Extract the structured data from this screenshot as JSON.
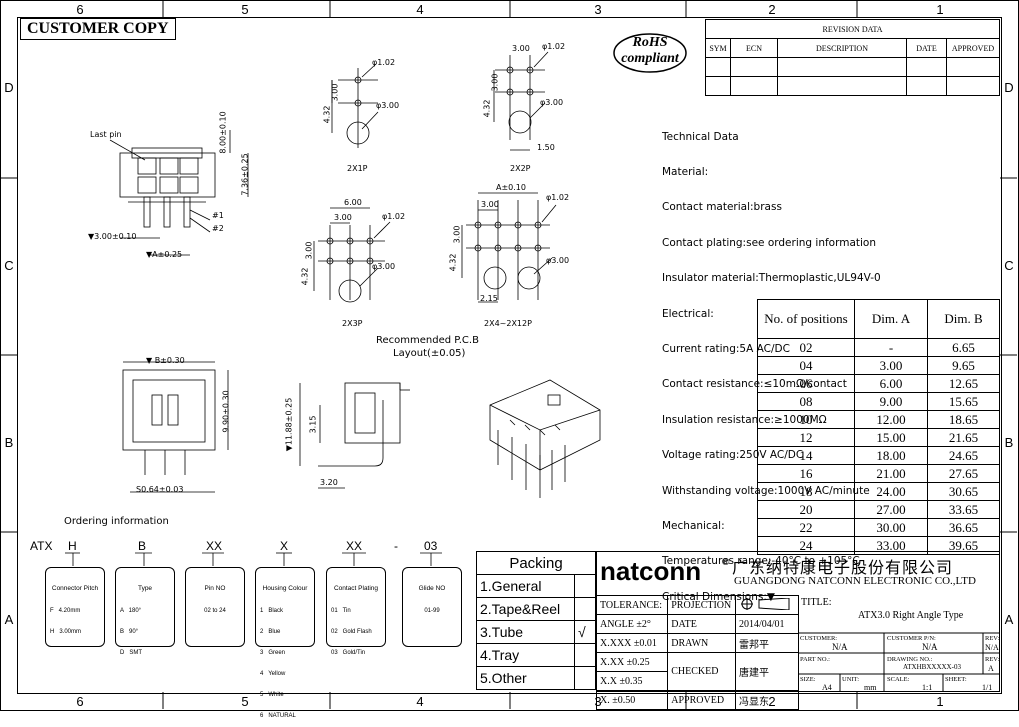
{
  "zones": {
    "top": [
      "6",
      "5",
      "4",
      "3",
      "2",
      "1"
    ],
    "bottom": [
      "6",
      "5",
      "4",
      "3",
      "2",
      "1"
    ],
    "left": [
      "D",
      "C",
      "B",
      "A"
    ],
    "right": [
      "D",
      "C",
      "B",
      "A"
    ]
  },
  "customer_copy": "CUSTOMER COPY",
  "rohs": {
    "line1": "RoHS",
    "line2": "compliant"
  },
  "revision": {
    "title": "REVISION DATA",
    "headers": [
      "SYM",
      "ECN",
      "DESCRIPTION",
      "DATE",
      "APPROVED"
    ]
  },
  "tech_data": [
    "Technical Data",
    "Material:",
    "Contact material:brass",
    "Contact plating:see ordering information",
    "Insulator material:Thermoplastic,UL94V-0",
    "Electrical:",
    "Current rating:5A AC/DC",
    "Contact resistance:≤10mΩ/contact",
    "Insulation resistance:≥1000MΩ",
    "Voltage rating:250V AC/DC",
    "Withstanding voltage:1000V AC/minute",
    "Mechanical:",
    "Temperatures range:-40°C to +105°C",
    "Critical Dimensions:▼"
  ],
  "dim_table": {
    "headers": [
      "No. of positions",
      "Dim. A",
      "Dim. B"
    ],
    "rows": [
      [
        "02",
        "-",
        "6.65"
      ],
      [
        "04",
        "3.00",
        "9.65"
      ],
      [
        "06",
        "6.00",
        "12.65"
      ],
      [
        "08",
        "9.00",
        "15.65"
      ],
      [
        "10",
        "12.00",
        "18.65"
      ],
      [
        "12",
        "15.00",
        "21.65"
      ],
      [
        "14",
        "18.00",
        "24.65"
      ],
      [
        "16",
        "21.00",
        "27.65"
      ],
      [
        "18",
        "24.00",
        "30.65"
      ],
      [
        "20",
        "27.00",
        "33.65"
      ],
      [
        "22",
        "30.00",
        "36.65"
      ],
      [
        "24",
        "33.00",
        "39.65"
      ]
    ]
  },
  "pcb_labels": [
    "2X1P",
    "2X2P",
    "2X3P",
    "2X4~2X12P"
  ],
  "pcb_title": [
    "Recommended  P.C.B",
    "Layout(±0.05)"
  ],
  "dims": {
    "d1": "φ1.02",
    "d3": "φ3.00",
    "p300": "3.00",
    "p432": "4.32",
    "p150": "1.50",
    "p600": "6.00",
    "pA": "A±0.10",
    "p215": "2.15",
    "last_pin": "Last pin",
    "pin1": "#1",
    "pin2": "#2",
    "v800": "8.00±0.10",
    "v736": "7.36±0.25",
    "h300": "▼3.00±0.10",
    "hA": "▼A±0.25",
    "hB": "▼ B±0.30",
    "v990": "9.90±0.30",
    "s064": "S0.64±0.03",
    "v1188": "▼11.88±0.25",
    "v315": "3.15",
    "h320": "3.20"
  },
  "ordering": {
    "title": "Ordering  information",
    "code": [
      "ATX",
      "H",
      "B",
      "XX",
      "X",
      "XX",
      "-",
      "03"
    ],
    "boxes": [
      {
        "title": "Connector Pitch",
        "lines": [
          "F   4.20mm",
          "H   3.00mm"
        ]
      },
      {
        "title": "Type",
        "lines": [
          "A   180°",
          "B   90°",
          "D   SMT"
        ]
      },
      {
        "title": "Pin NO",
        "lines": [
          "02 to 24"
        ]
      },
      {
        "title": "Housing Colour",
        "lines": [
          "1   Black",
          "2   Blue",
          "3   Green",
          "4   Yellow",
          "5   White",
          "6   NATURAL"
        ]
      },
      {
        "title": "Contact Plating",
        "lines": [
          "01   Tin",
          "02   Gold Flash",
          "03   Gold/Tin"
        ]
      },
      {
        "title": "Glide NO",
        "lines": [
          "01-99"
        ]
      }
    ]
  },
  "packing": {
    "title": "Packing",
    "items": [
      "1.General",
      "2.Tape&Reel",
      "3.Tube",
      "4.Tray",
      "5.Other"
    ],
    "check": "√"
  },
  "title_block": {
    "brand": "natconn",
    "reg": "®",
    "company_cn": "广东纳特康电子股份有限公司",
    "company_en": "GUANGDONG NATCONN ELECTRONIC CO.,LTD",
    "tolerance": "TOLERANCE:",
    "projection": "PROJECTION",
    "angle": "ANGLE ±2°",
    "tol": [
      [
        "X.XXX",
        "±0.01"
      ],
      [
        "X.XX",
        "±0.25"
      ],
      [
        "X.X",
        "±0.35"
      ],
      [
        "X.",
        "±0.50"
      ]
    ],
    "date_label": "DATE",
    "date": "2014/04/01",
    "drawn_label": "DRAWN",
    "drawn": "雷邦平",
    "checked_label": "CHECKED",
    "checked": "唐建平",
    "approved_label": "APPROVED",
    "approved": "冯显东",
    "title_label": "TITLE:",
    "title": "ATX3.0 Right Angle Type",
    "customer_label": "CUSTOMER:",
    "customer": "N/A",
    "customer_pn_label": "CUSTOMER P/N:",
    "customer_pn": "N/A",
    "rev_label": "REV:",
    "rev_top": "N/A",
    "part_no_label": "PART NO.:",
    "drawing_no_label": "DRAWING NO.:",
    "drawing_no": "ATXHBXXXXX-03",
    "rev_bottom": "A",
    "size_label": "SIZE:",
    "size": "A4",
    "unit_label": "UNIT:",
    "unit": "mm",
    "scale_label": "SCALE:",
    "scale": "1:1",
    "sheet_label": "SHEET:",
    "sheet": "1/1"
  }
}
